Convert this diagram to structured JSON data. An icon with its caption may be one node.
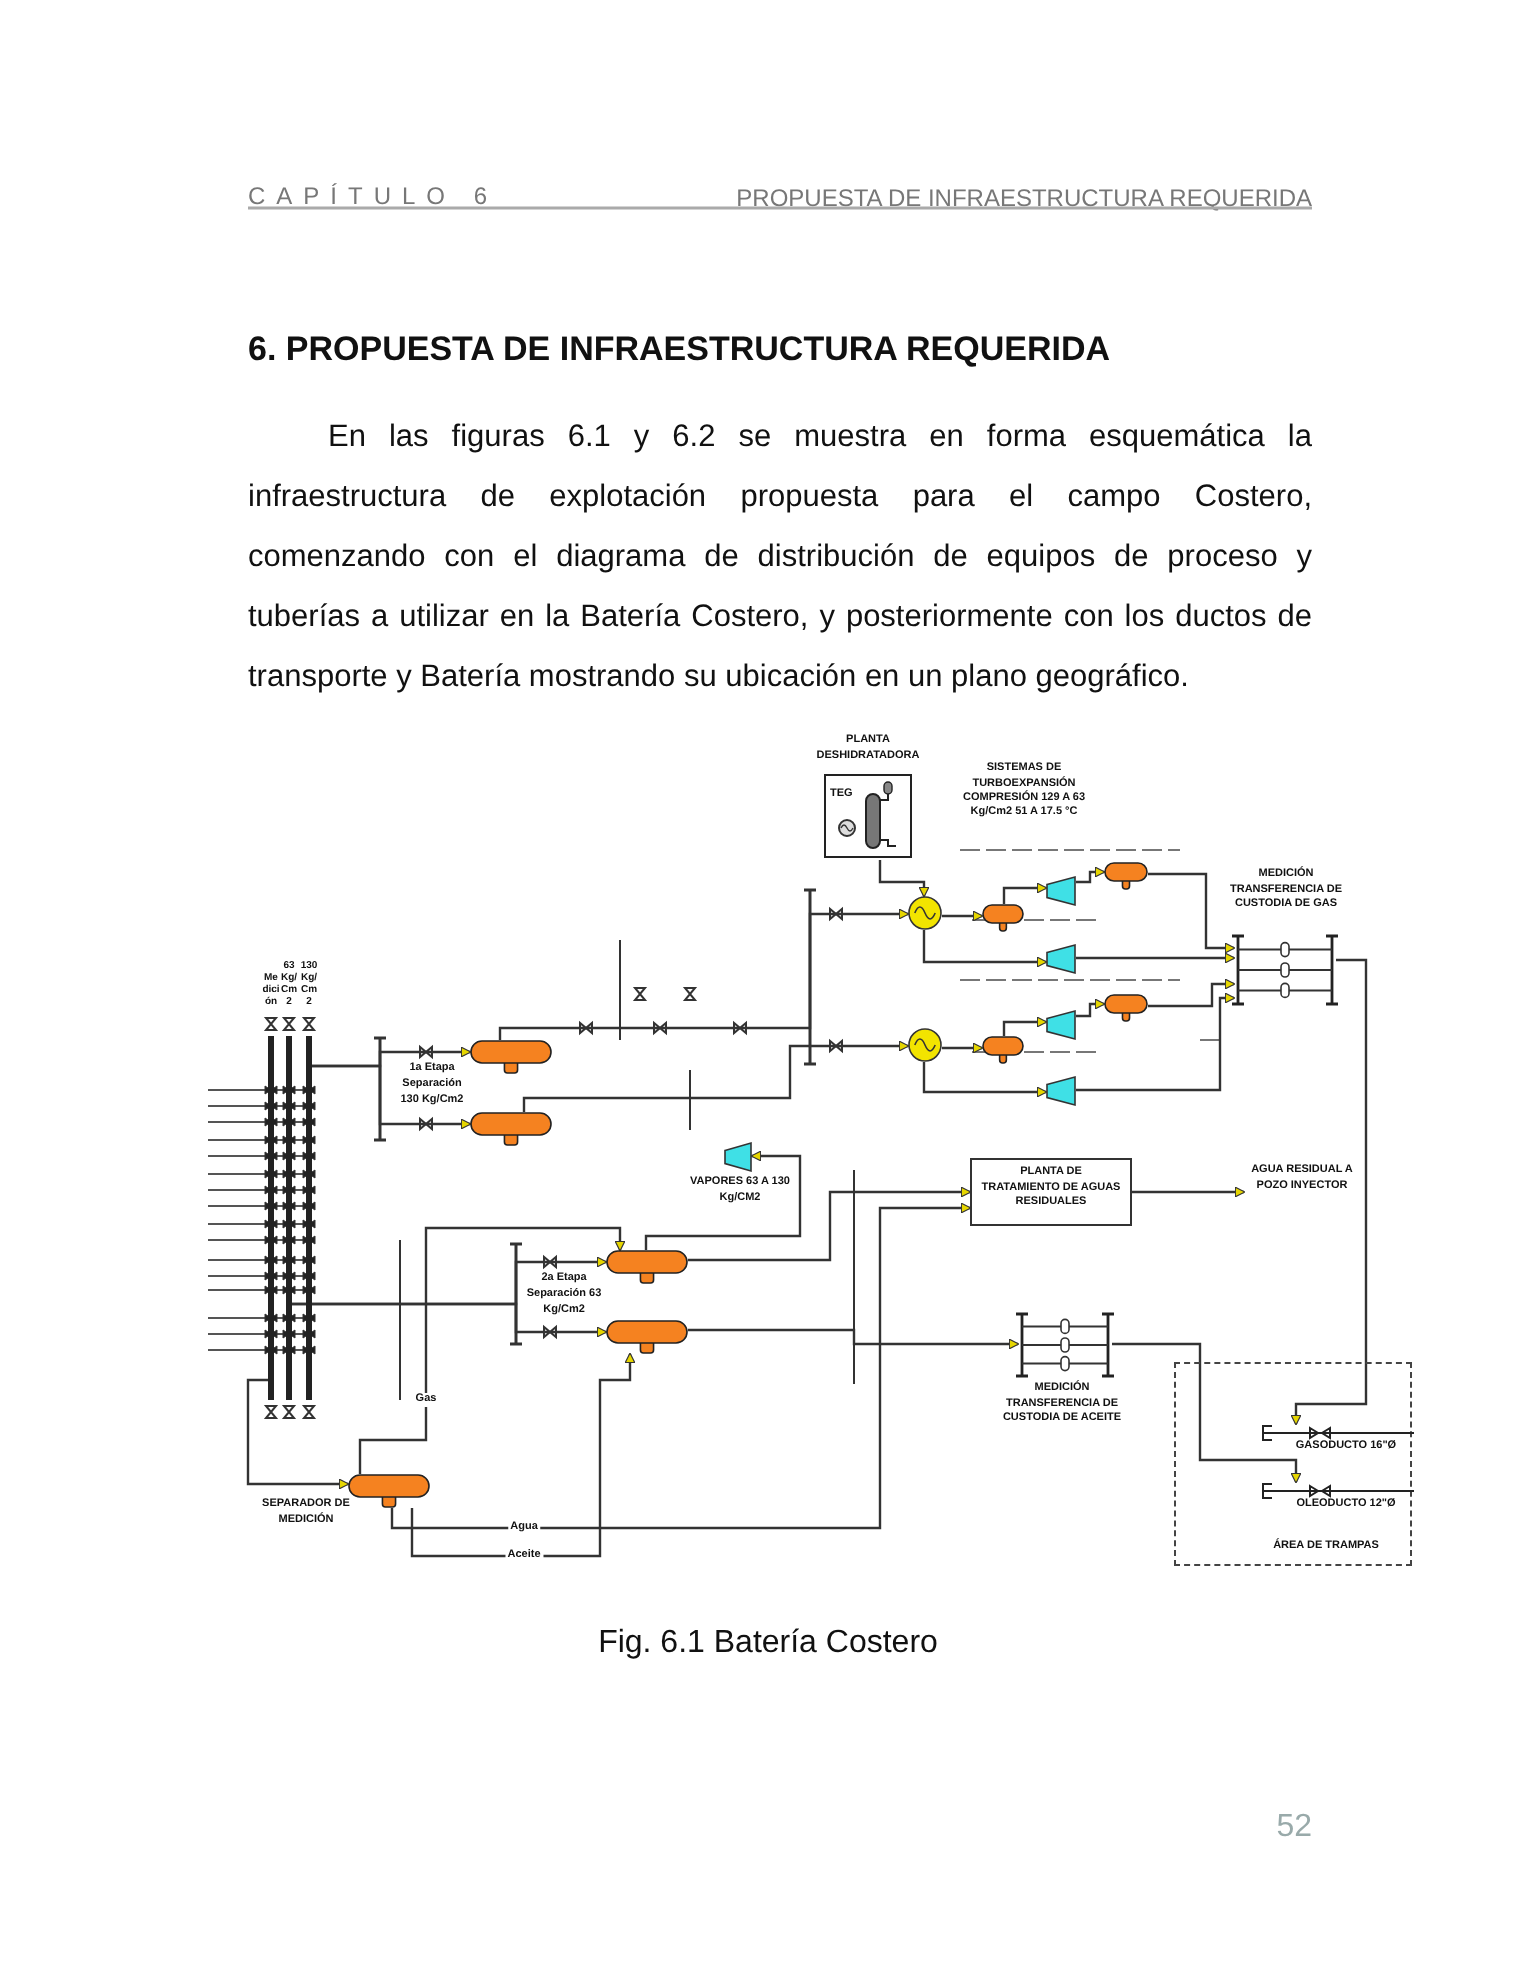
{
  "diagram": {
    "title": "6. PROPUESTA DE INFRAESTRUCTURA REQUERIDA",
    "caption": "Fig. 6.1 Batería Costero",
    "nodes": [
      {
        "text": [
          "PLANTA DESHIDRATADORA",
          "TEG"
        ]
      },
      {
        "text": [],
        "shape": "cylinder"
      },
      {
        "text": [],
        "shape": "circle"
      },
      {
        "text": [],
        "shape": "cylinder"
      },
      {
        "text": [],
        "shape": "trapezoid"
      },
      {
        "text": [],
        "shape": "trapezoid"
      },
      {
        "text": [],
        "shape": "manifold",
        "beside": [
          "MEDICIÓN TRANSFERENCIA DE CUSTODIA DE GAS"
        ]
      },
      {
        "text": [],
        "shape": "cylinder"
      },
      {
        "text": [],
        "shape": "circle"
      },
      {
        "text": [],
        "shape": "cylinder"
      },
      {
        "text": [],
        "shape": "trapezoid"
      },
      {
        "text": [],
        "shape": "trapezoid"
      },
      {
        "text": [],
        "shape": "bar",
        "beside": [
          "Medición"
        ]
      },
      {
        "text": [],
        "shape": "bar",
        "beside": [
          "63 Kg/Cm2"
        ]
      },
      {
        "text": [],
        "shape": "bar",
        "beside": [
          "130 Kg/Cm2"
        ]
      },
      {
        "text": [],
        "shape": "cylinder",
        "beside": [
          "1a Etapa",
          "Separación 130 Kg/Cm2"
        ]
      },
      {
        "text": [],
        "shape": "cylinder"
      },
      {
        "text": [],
        "shape": "trapezoid",
        "beside": [
          "VAPORES 63 A 130 Kg/CM2"
        ]
      },
      {
        "text": [
          "PLANTA DE TRATAMIENTO DE AGUAS RESIDUALES"
        ]
      },
      {
        "text": [
          "AGUA RESIDUAL A POZO INYECTOR"
        ]
      },
      {
        "text": [],
        "shape": "cylinder",
        "beside": [
          "2a Etapa",
          "Separación 63 Kg/Cm2"
        ]
      },
      {
        "text": [],
        "shape": "cylinder"
      },
      {
        "text": [],
        "shape": "manifold",
        "beside": [
          "MEDICIÓN TRANSFERENCIA DE CUSTODIA DE ACEITE"
        ]
      },
      {
        "text": [
          "ÁREA DE TRAMPAS"
        ]
      },
      {
        "text": [],
        "shape": "bar",
        "in": 23,
        "beside": [
          "GASODUCTO 16\"Ø"
        ]
      },
      {
        "text": [],
        "shape": "bar",
        "in": 23,
        "beside": [
          "OLEODUCTO 12\"Ø"
        ]
      },
      {
        "text": [],
        "shape": "cylinder",
        "beside": [
          "SEPARADOR DE MEDICIÓN"
        ]
      }
    ],
    "edges": [
      {
        "from": 14,
        "to": 15,
        "arrow": "to"
      },
      {
        "from": 14,
        "to": 16,
        "arrow": "to"
      },
      {
        "from": 15,
        "to": 2,
        "arrow": "to"
      },
      {
        "from": 16,
        "to": 8,
        "arrow": "to"
      },
      {
        "from": 0,
        "to": 2,
        "arrow": "to"
      },
      {
        "from": 2,
        "to": 3,
        "arrow": "to"
      },
      {
        "from": 3,
        "to": 4,
        "arrow": "to"
      },
      {
        "from": 4,
        "to": 1,
        "arrow": "to"
      },
      {
        "from": 5,
        "to": 6,
        "arrow": "to"
      },
      {
        "from": 8,
        "to": 9,
        "arrow": "to"
      },
      {
        "from": 9,
        "to": 10,
        "arrow": "to"
      },
      {
        "from": 10,
        "to": 7,
        "arrow": "to"
      },
      {
        "from": 11,
        "to": 6,
        "arrow": "to"
      },
      {
        "from": 6,
        "to": 24,
        "arrow": "to"
      },
      {
        "from": 13,
        "to": 20,
        "arrow": "to"
      },
      {
        "from": 13,
        "to": 21,
        "arrow": "to"
      },
      {
        "from": 20,
        "to": 17,
        "arrow": "to"
      },
      {
        "from": 21,
        "to": 22,
        "arrow": "to"
      },
      {
        "from": 22,
        "to": 25,
        "arrow": "to"
      },
      {
        "from": 20,
        "to": 18,
        "arrow": "to"
      },
      {
        "from": 18,
        "to": 19,
        "arrow": "to"
      },
      {
        "from": 12,
        "to": 26,
        "arrow": "to"
      },
      {
        "from": 26,
        "to": 20,
        "label": "Gas",
        "arrow": "to"
      },
      {
        "from": 26,
        "to": 18,
        "label": "Agua",
        "arrow": "to"
      },
      {
        "from": 26,
        "to": 21,
        "label": "Aceite",
        "arrow": "to"
      },
      {
        "from": 2,
        "to": 5,
        "arrow": "to"
      },
      {
        "from": 8,
        "to": 11,
        "arrow": "to"
      },
      {
        "from": 1,
        "to": 6,
        "arrow": "to"
      },
      {
        "from": 7,
        "to": 6,
        "arrow": "to"
      }
    ],
    "labels": [
      "CAPÍTULO 6",
      "PROPUESTA DE INFRAESTRUCTURA REQUERIDA",
      "En las figuras 6.1 y 6.2 se muestra en forma esquemática la infraestructura de explotación propuesta para el campo Costero, comenzando con el diagrama de distribución de equipos de proceso y tuberías a utilizar en la Batería Costero, y posteriormente con los ductos de transporte y Batería mostrando su ubicación en un plano geográfico.",
      "SISTEMAS DE TURBOEXPANSIÓN",
      "COMPRESIÓN 129 A 63 Kg/Cm2 51 A 17.5 °C",
      "52"
    ]
  }
}
